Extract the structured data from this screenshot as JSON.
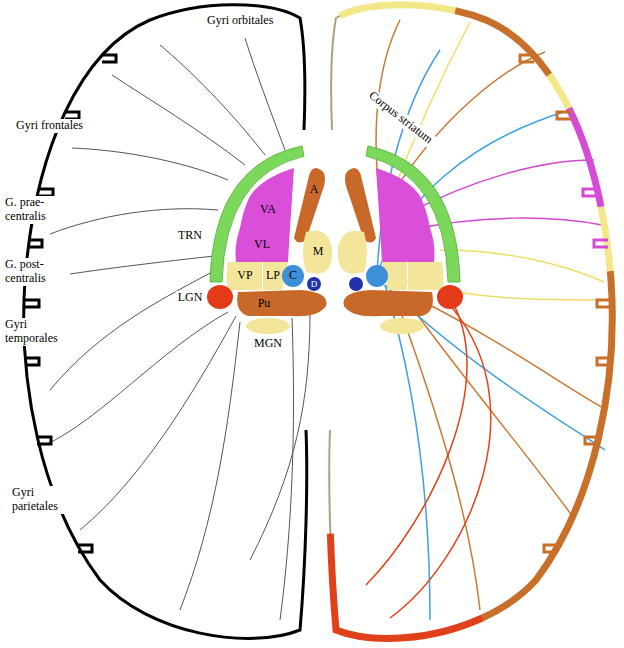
{
  "diagram": {
    "nodes": [
      {
        "text": [
          "TRN"
        ]
      },
      {
        "text": [
          "VA"
        ]
      },
      {
        "text": [
          "A"
        ]
      },
      {
        "text": [
          "VL"
        ]
      },
      {
        "text": [
          "M"
        ]
      },
      {
        "text": [
          "VP"
        ]
      },
      {
        "text": [
          "LP"
        ]
      },
      {
        "text": [
          "C"
        ]
      },
      {
        "text": [
          "D"
        ]
      },
      {
        "text": [
          "LGN"
        ]
      },
      {
        "text": [
          "Pu"
        ]
      },
      {
        "text": [
          "MGN"
        ]
      }
    ],
    "labels": [
      "Gyri orbitales",
      "Gyri frontales",
      "G. prae- centralis",
      "G. post- centralis",
      "Gyri temporales",
      "Gyri parietales",
      "Corpus striatum"
    ]
  }
}
